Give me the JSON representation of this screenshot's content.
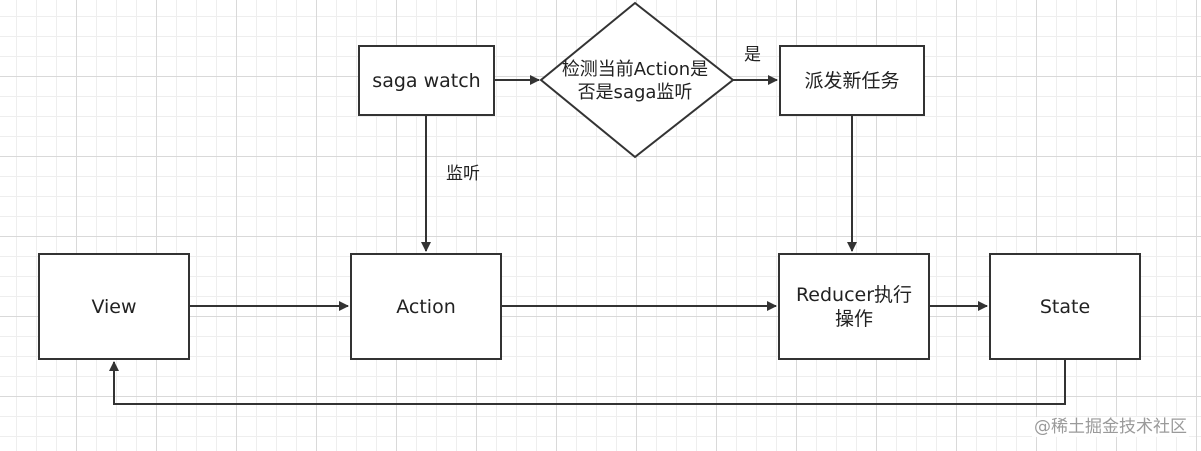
{
  "diagram": {
    "nodes": {
      "view": "View",
      "action": "Action",
      "reducer": "Reducer执行操作",
      "state": "State",
      "saga_watch": "saga watch",
      "decision": "检测当前Action是否是saga监听",
      "dispatch": "派发新任务"
    },
    "edge_labels": {
      "listen": "监听",
      "yes": "是"
    },
    "colors": {
      "stroke": "#333333",
      "grid_major": "#d9d9d9",
      "grid_minor": "#eeeeee",
      "watermark": "#9a9a9a"
    }
  },
  "watermark": "@稀土掘金技术社区"
}
